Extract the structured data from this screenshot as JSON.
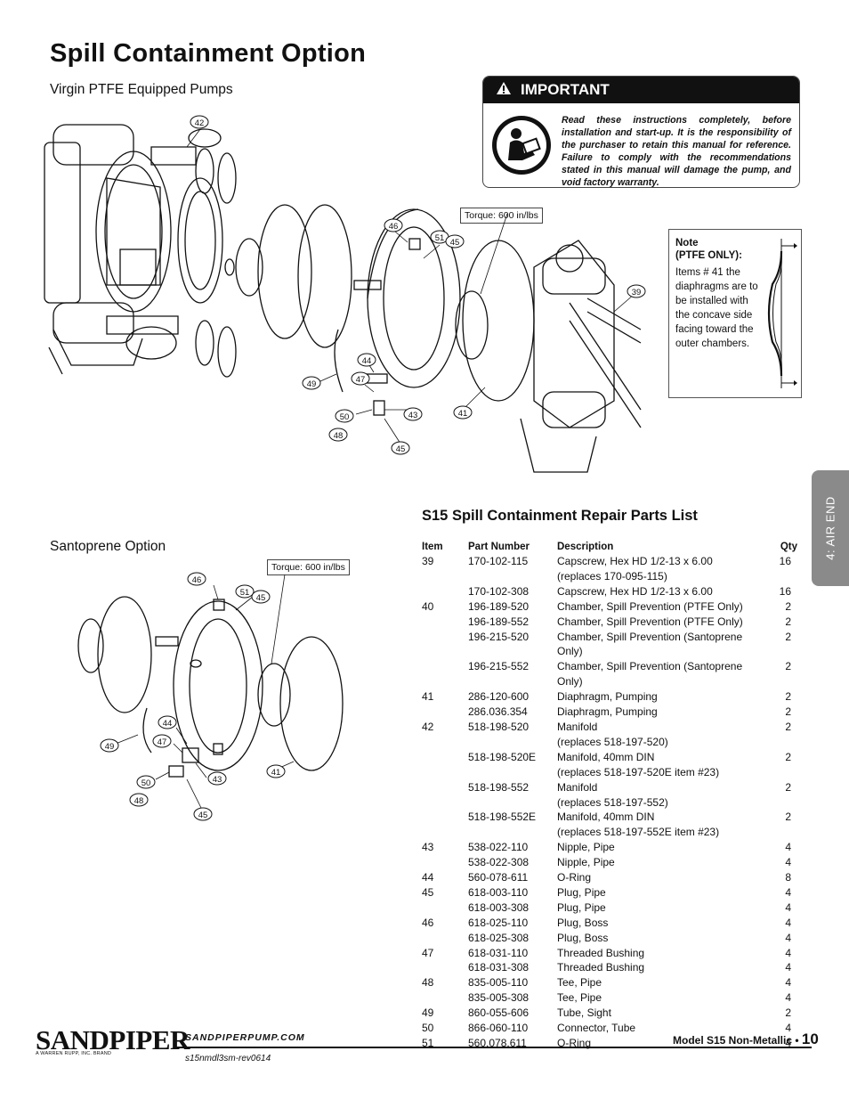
{
  "page": {
    "title": "Spill Containment Option",
    "subtitle_ptfe": "Virgin PTFE Equipped Pumps",
    "subtitle_santoprene": "Santoprene Option"
  },
  "important": {
    "heading": "IMPORTANT",
    "text": "Read these instructions completely, before installation and start-up. It is the responsibility of the purchaser to retain this manual for reference. Failure to comply with the recommendations stated in this manual will damage the pump, and void factory warranty."
  },
  "note": {
    "title_line1": "Note",
    "title_line2": "(PTFE ONLY):",
    "body": "Items # 41 the diaphragms are  to be installed with the concave side facing toward the outer chambers."
  },
  "torque_label": "Torque: 600 in/lbs",
  "callouts_ptfe": [
    "42",
    "46",
    "51",
    "45",
    "39",
    "44",
    "47",
    "49",
    "50",
    "48",
    "43",
    "45",
    "41"
  ],
  "callouts_santo": [
    "46",
    "51",
    "45",
    "44",
    "47",
    "49",
    "50",
    "48",
    "43",
    "45",
    "41"
  ],
  "parts_list": {
    "title": "S15 Spill Containment Repair Parts List",
    "headers": {
      "item": "Item",
      "part": "Part Number",
      "desc": "Description",
      "qty": "Qty"
    },
    "rows": [
      {
        "item": "39",
        "part": "170-102-115",
        "desc": "Capscrew, Hex HD 1/2-13 x 6.00",
        "qty": "16"
      },
      {
        "item": "",
        "part": "",
        "desc": "(replaces 170-095-115)",
        "qty": ""
      },
      {
        "item": "",
        "part": "170-102-308",
        "desc": "Capscrew, Hex HD 1/2-13 x 6.00",
        "qty": "16"
      },
      {
        "item": "40",
        "part": "196-189-520",
        "desc": "Chamber, Spill Prevention (PTFE Only)",
        "qty": "2"
      },
      {
        "item": "",
        "part": "196-189-552",
        "desc": "Chamber, Spill Prevention (PTFE Only)",
        "qty": "2"
      },
      {
        "item": "",
        "part": "196-215-520",
        "desc": "Chamber, Spill Prevention (Santoprene Only)",
        "qty": "2"
      },
      {
        "item": "",
        "part": "196-215-552",
        "desc": "Chamber, Spill Prevention (Santoprene Only)",
        "qty": "2"
      },
      {
        "item": "41",
        "part": "286-120-600",
        "desc": "Diaphragm, Pumping",
        "qty": "2"
      },
      {
        "item": "",
        "part": "286.036.354",
        "desc": "Diaphragm, Pumping",
        "qty": "2"
      },
      {
        "item": "42",
        "part": "518-198-520",
        "desc": "Manifold",
        "qty": "2"
      },
      {
        "item": "",
        "part": "",
        "desc": "(replaces 518-197-520)",
        "qty": ""
      },
      {
        "item": "",
        "part": "518-198-520E",
        "desc": "Manifold, 40mm DIN",
        "qty": "2"
      },
      {
        "item": "",
        "part": "",
        "desc": "(replaces 518-197-520E item #23)",
        "qty": ""
      },
      {
        "item": "",
        "part": "518-198-552",
        "desc": "Manifold",
        "qty": "2"
      },
      {
        "item": "",
        "part": "",
        "desc": "(replaces 518-197-552)",
        "qty": ""
      },
      {
        "item": "",
        "part": "518-198-552E",
        "desc": "Manifold, 40mm DIN",
        "qty": "2"
      },
      {
        "item": "",
        "part": "",
        "desc": "(replaces 518-197-552E item #23)",
        "qty": ""
      },
      {
        "item": "43",
        "part": "538-022-110",
        "desc": "Nipple, Pipe",
        "qty": "4"
      },
      {
        "item": "",
        "part": "538-022-308",
        "desc": "Nipple, Pipe",
        "qty": "4"
      },
      {
        "item": "44",
        "part": "560-078-611",
        "desc": "O-Ring",
        "qty": "8"
      },
      {
        "item": "45",
        "part": "618-003-110",
        "desc": "Plug, Pipe",
        "qty": "4"
      },
      {
        "item": "",
        "part": "618-003-308",
        "desc": "Plug, Pipe",
        "qty": "4"
      },
      {
        "item": "46",
        "part": "618-025-110",
        "desc": "Plug, Boss",
        "qty": "4"
      },
      {
        "item": "",
        "part": "618-025-308",
        "desc": "Plug, Boss",
        "qty": "4"
      },
      {
        "item": "47",
        "part": " 618-031-110",
        "desc": "Threaded Bushing",
        "qty": "4"
      },
      {
        "item": "",
        "part": "618-031-308",
        "desc": "Threaded Bushing",
        "qty": "4"
      },
      {
        "item": "48",
        "part": "835-005-110",
        "desc": "Tee, Pipe",
        "qty": "4"
      },
      {
        "item": "",
        "part": "835-005-308",
        "desc": "Tee, Pipe",
        "qty": "4"
      },
      {
        "item": "49",
        "part": "860-055-606",
        "desc": "Tube, Sight",
        "qty": "2"
      },
      {
        "item": "50",
        "part": "866-060-110",
        "desc": "Connector, Tube",
        "qty": "4"
      },
      {
        "item": "51",
        "part": "560.078.611",
        "desc": "O-Ring",
        "qty": "4"
      }
    ]
  },
  "side_tab": "4: AIR END",
  "footer": {
    "logo": "SANDPIPER",
    "logo_sub": "A WARREN RUPP, INC. BRAND",
    "url": "SANDPIPERPUMP.COM",
    "revision": "s15nmdl3sm-rev0614",
    "model": "Model S15 Non-Metallic • ",
    "page_number": "10"
  }
}
